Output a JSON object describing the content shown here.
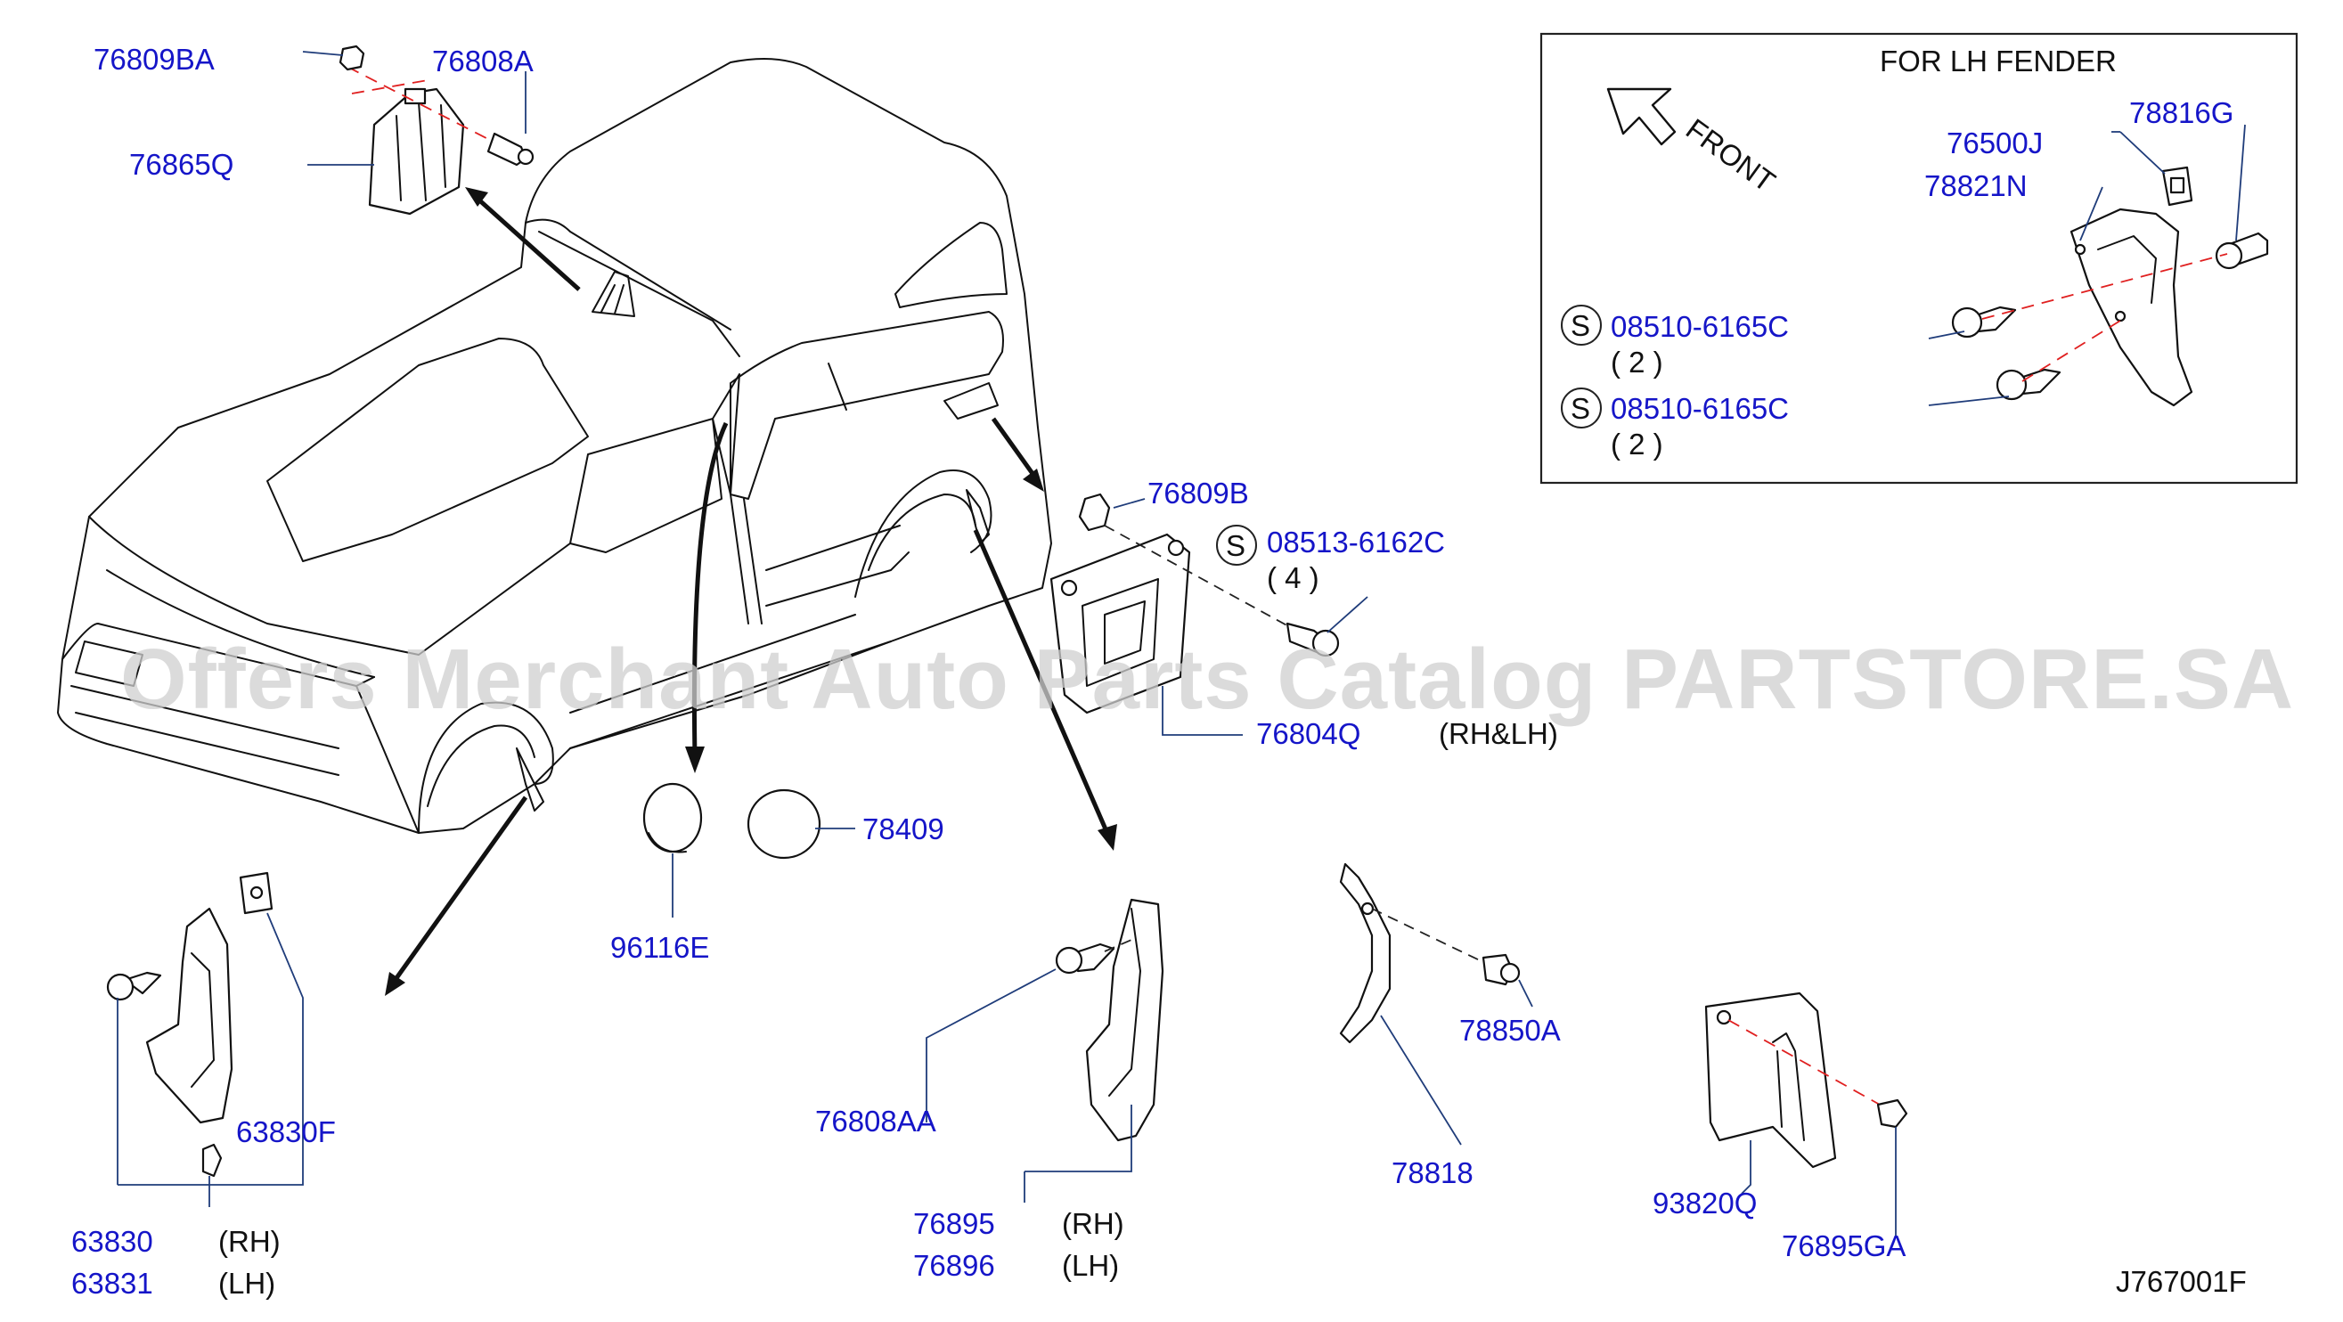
{
  "watermark": "Offers Merchant Auto Parts Catalog PARTSTORE.SA",
  "diagram_code": "J767001F",
  "inset": {
    "title": "FOR  LH  FENDER",
    "front_label": "FRONT"
  },
  "parts": {
    "p76809BA": "76809BA",
    "p76808A": "76808A",
    "p76865Q": "76865Q",
    "p76500J": "76500J",
    "p78816G": "78816G",
    "p78821N": "78821N",
    "screw1_code": "08510-6165C",
    "screw1_qty": "( 2 )",
    "screw2_code": "08510-6165C",
    "screw2_qty": "( 2 )",
    "p76809B": "76809B",
    "screw3_code": "08513-6162C",
    "screw3_qty": "( 4 )",
    "p76804Q": "76804Q",
    "p76804Q_side": "(RH&LH)",
    "p78409": "78409",
    "p96116E": "96116E",
    "p63830F": "63830F",
    "p63830": "63830",
    "p63830_side": "(RH)",
    "p63831": "63831",
    "p63831_side": "(LH)",
    "p76808AA": "76808AA",
    "p76895": "76895",
    "p76895_side": "(RH)",
    "p76896": "76896",
    "p76896_side": "(LH)",
    "p78850A": "78850A",
    "p78818": "78818",
    "p93820Q": "93820Q",
    "p76895GA": "76895GA"
  },
  "symbols": {
    "s1": "S",
    "s2": "S",
    "s3": "S"
  }
}
